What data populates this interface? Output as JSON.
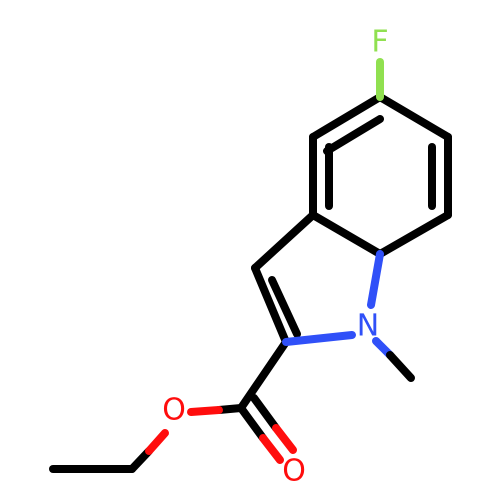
{
  "molecule": {
    "atoms": {
      "fluorine": {
        "symbol": "F",
        "color": "#90e050"
      },
      "nitrogen": {
        "symbol": "N",
        "color": "#3050f8"
      },
      "ester_oxygen": {
        "symbol": "O",
        "color": "#ff0d0d"
      },
      "carbonyl_oxygen": {
        "symbol": "O",
        "color": "#ff0d0d"
      }
    },
    "colors": {
      "bond": "#000000",
      "background": "#ffffff"
    }
  }
}
